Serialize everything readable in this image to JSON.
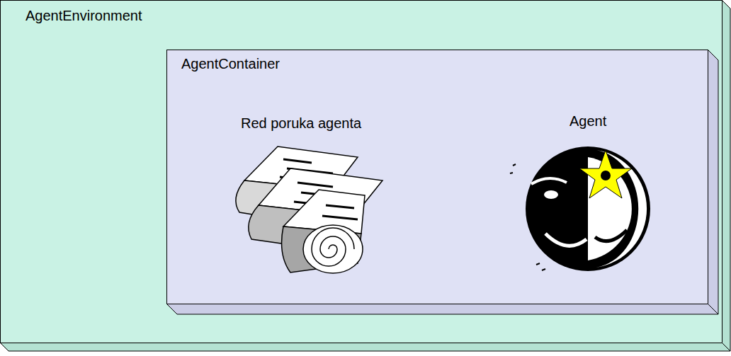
{
  "diagram": {
    "nodes": [
      {
        "text": [
          "AgentEnvironment"
        ]
      },
      {
        "text": [
          "AgentContainer"
        ],
        "in": 0
      }
    ],
    "labels": [
      "Red poruka agenta",
      "Agent"
    ]
  }
}
